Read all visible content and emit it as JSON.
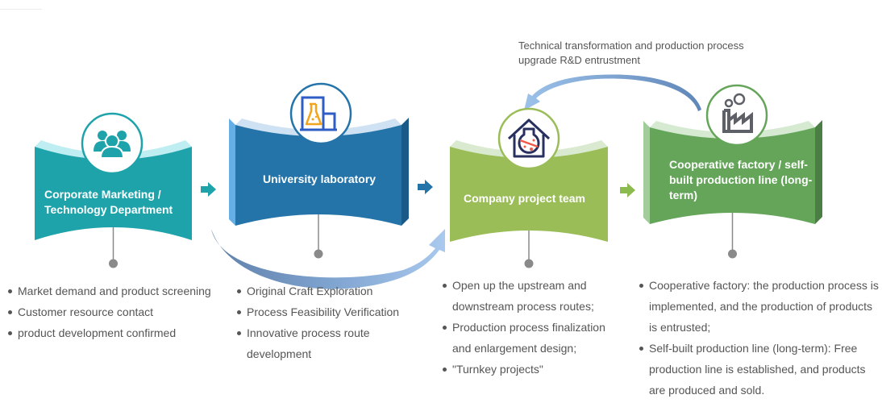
{
  "colors": {
    "teal": "#1fa3ab",
    "blue": "#2474aa",
    "light_green": "#9abd57",
    "green": "#64a55a",
    "connector": "#8a8a8a",
    "text": "#555555",
    "feedback_arrow": "#6f9fd6"
  },
  "feedback": {
    "text": "Technical transformation and production process upgrade R&D entrustment"
  },
  "stages": [
    {
      "title": "Corporate Marketing / Technology Department",
      "icon": "people-group-icon",
      "bullets": [
        "Market demand and product screening",
        "Customer resource contact",
        "product development confirmed"
      ]
    },
    {
      "title": "University laboratory",
      "icon": "laboratory-flask-building-icon",
      "bullets": [
        "Original Craft Exploration",
        "Process Feasibility Verification",
        "Innovative process route development"
      ]
    },
    {
      "title": "Company project team",
      "icon": "house-flask-icon",
      "bullets": [
        "Open up the upstream and downstream process routes;",
        "Production process finalization and enlargement design;",
        "\"Turnkey projects\""
      ]
    },
    {
      "title": "Cooperative factory / self-built production line (long-term)",
      "icon": "factory-icon",
      "bullets": [
        "Cooperative factory: the production process is implemented, and the production of products is entrusted;",
        "Self-built production line (long-term): Free production line is established, and products are produced and sold."
      ]
    }
  ]
}
